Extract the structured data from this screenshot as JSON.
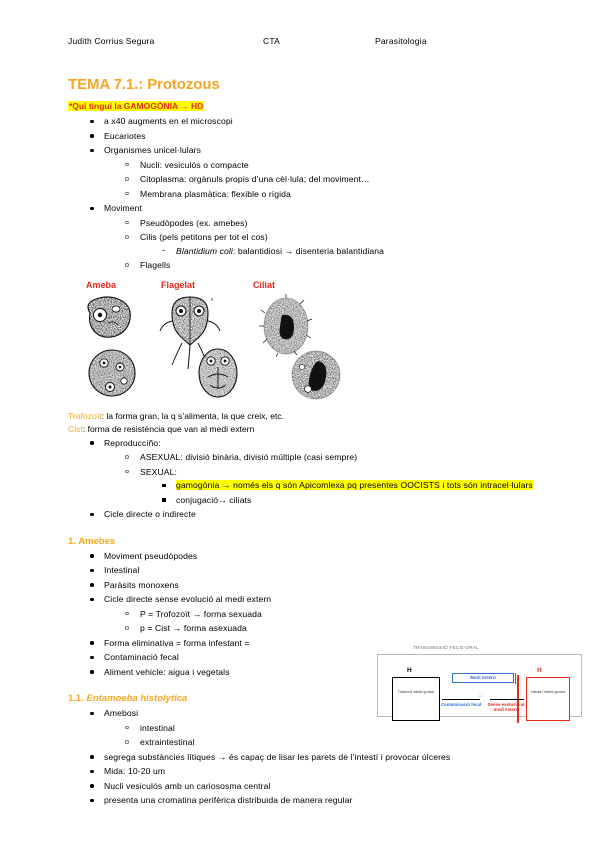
{
  "header": {
    "author": "Judith Corrius Segura",
    "course": "CTA",
    "subject": "Parasitologia"
  },
  "title": "TEMA 7.1.: Protozous",
  "highlight_note": "*Qui tingui la GAMOGÒNIA → HD",
  "intro_bullets": {
    "b1": "a x40 augments en el microscopi",
    "b2": "Eucariotes",
    "b3": "Organismes unicel·lulars",
    "b3_sub1": "Nucli: vesiculós o compacte",
    "b3_sub2": "Citoplasma: orgànuls propis d’una cèl·lula; del moviment…",
    "b3_sub3": "Membrana plasmàtica: flexible o rígida",
    "b4": "Moviment",
    "b4_sub1": "Pseudòpodes (ex. amebes)",
    "b4_sub2": "Cilis (pels petitons per tot el cos)",
    "b4_sub2_dash_species": "Blantidium coli",
    "b4_sub2_dash_rest": ": balantidiosi → disenteria balantidiana",
    "b4_sub3": "Flagells"
  },
  "figure": {
    "labels": [
      "Ameba",
      "Flagelat",
      "Ciliat"
    ]
  },
  "definitions": {
    "trofozoit_term": "Trofozoït",
    "trofozoit_text": ": la forma gran, la q s’alimenta, la que creix, etc.",
    "cist_term": "Cist",
    "cist_text": ": forma de resistència que van al medi extern"
  },
  "reproduction": {
    "heading": "Reproducciño:",
    "asexual": "ASEXUAL: divisió binària, divisió múltiple (casi sempre)",
    "sexual": "SEXUAL:",
    "sexual_sub1": "gamogònia → només els q són Apicomlexa pq presentes OOCISTS i tots són intracel·lulars",
    "sexual_sub2": "conjugació→ ciliats",
    "cycle": "Cicle directe o indirecte"
  },
  "amebes": {
    "heading": "1. Amebes",
    "b1": "Moviment pseudòpodes",
    "b2": "Intestinal",
    "b3": "Paràsits monoxens",
    "b4": "Cicle directe sense evolució al medi extern",
    "b4_sub1": "P = Trofozoït → forma sexuada",
    "b4_sub2": "p = Cist → forma asexuada",
    "b5": "Forma eliminativa = forma infestant =",
    "b6": "Contaminació fecal",
    "b7": "Aliment vehicle: aigua i vegetals"
  },
  "entamoeba": {
    "heading_num": "1.1. ",
    "heading_species": "Entamoeba histolytica",
    "b1": "Amebosi",
    "b1_sub1": "intestinal",
    "b1_sub2": "extraintestinal",
    "b2": "segrega substàncies lítiques → és capaç de lisar les parets de l’intestí i provocar úlceres",
    "b3": "Mida: 10-20 um",
    "b4": "Nucli vesiculós amb un cariososma central",
    "b5": "presenta una cromatina perifèrica distribuida de manera regular"
  },
  "feco_diagram": {
    "title": "TRANSMISSIÓ FECO-ORAL",
    "host_left": "H",
    "host_right": "H",
    "host_left_text": "Trofozoït Intestí gruixut",
    "host_right_text": "Infecta l’intestí gruixut",
    "medi_extern": "Medi extern",
    "caption_blue": "Contaminació fecal",
    "caption_red": "Sense evolució al medi extern"
  },
  "colors": {
    "orange": "#F5A623",
    "red": "#E8291C",
    "highlight": "#FFFF00",
    "blue": "#2F6FD0"
  }
}
